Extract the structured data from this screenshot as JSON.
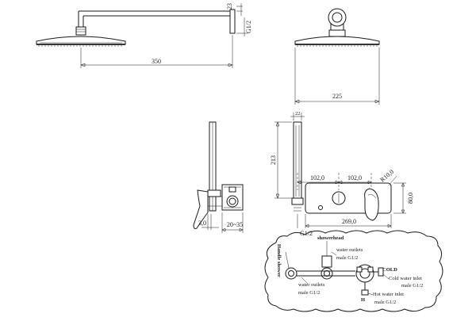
{
  "dimensions": {
    "arm_height": "23",
    "arm_thread": "G1/2",
    "arm_length": "350",
    "head_diameter": "225",
    "holder_top": "22",
    "holder_height": "213",
    "spacing_left": "102,0",
    "spacing_right": "102,0",
    "corner_radius": "R10,0",
    "plate_height": "80,0",
    "plate_length": "269,0",
    "thread_bottom": "G1/2",
    "valve_depth": "20~35",
    "valve_offset": "3,0"
  },
  "callouts": {
    "handle_shower": "Handle shower",
    "showerhead": "showerhead",
    "water_outlets_top": "water outlets",
    "male_top": "male G1/2",
    "cold": "COLD",
    "cold_inlet": "Cold water inlet",
    "cold_male": "male G1/2",
    "hot_inlet": "Hot water inlet",
    "hot_male": "male G1/2",
    "water_outlets_left": "water outlets",
    "male_left": "male G1/2",
    "hot": "H"
  }
}
